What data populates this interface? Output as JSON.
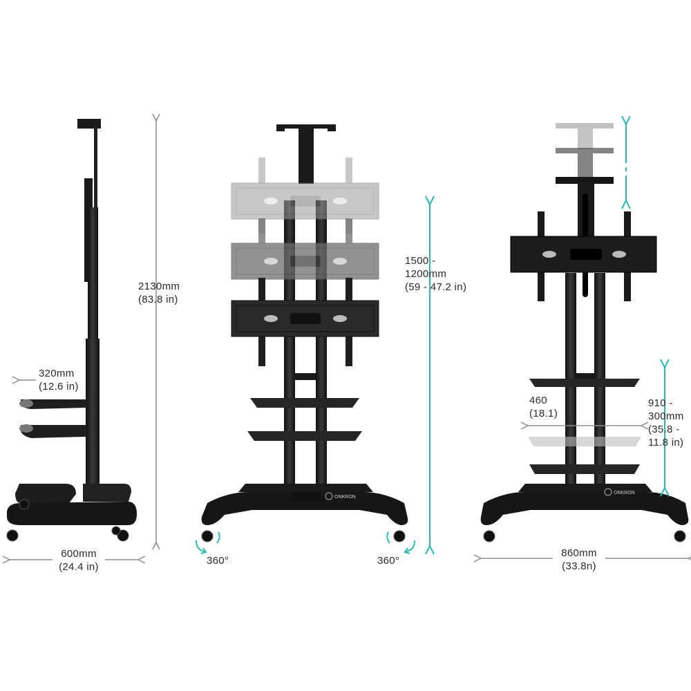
{
  "side_view": {
    "height_label": [
      "2130mm",
      "(83.8 in)"
    ],
    "shelf_depth_label": [
      "320mm",
      "(12.6 in)"
    ],
    "base_depth_label": [
      "600mm",
      "(24.4 in)"
    ]
  },
  "front_view": {
    "mount_height_label": [
      "1500 -",
      "1200mm",
      "(59 - 47.2 in)"
    ],
    "left_caster_rotation": "360°",
    "right_caster_rotation": "360°",
    "brand_text": "ONKRON"
  },
  "back_view": {
    "shelf_width_label": [
      "460",
      "(18.1)"
    ],
    "shelf_height_label": [
      "910 -",
      "300mm",
      "(35.8 -",
      "11.8 in)"
    ],
    "base_width_label": [
      "860mm",
      "(33.8n)"
    ],
    "brand_text": "ONKRON"
  },
  "colors": {
    "accent_teal": "#2bb8b2",
    "stand_black": "#1c1c1c",
    "ghost_gray": "#8a8a8a",
    "dimension_gray": "#8c8c8c"
  }
}
